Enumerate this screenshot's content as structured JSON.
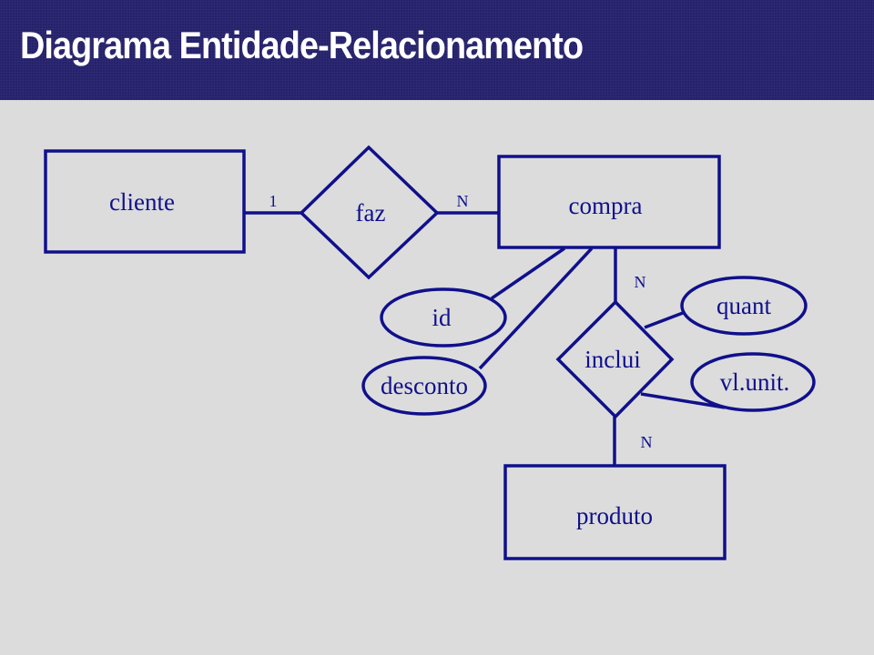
{
  "header": {
    "title": "Diagrama Entidade-Relacionamento"
  },
  "diagram": {
    "entities": {
      "cliente": "cliente",
      "compra": "compra",
      "produto": "produto"
    },
    "relationships": {
      "faz": "faz",
      "inclui": "inclui"
    },
    "attributes": {
      "id": "id",
      "desconto": "desconto",
      "quant": "quant",
      "vl_unit": "vl.unit."
    },
    "cardinalities": {
      "cliente_faz": "1",
      "faz_compra": "N",
      "compra_inclui": "N",
      "inclui_produto": "N"
    },
    "colors": {
      "stroke": "#10108c",
      "header": "#25216b",
      "background": "#dcdcdc"
    }
  }
}
